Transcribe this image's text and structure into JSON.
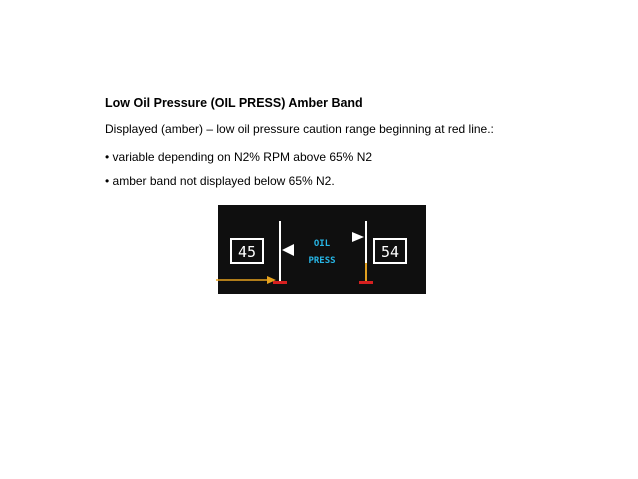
{
  "heading": "Low Oil Pressure (OIL PRESS) Amber Band",
  "description": "Displayed (amber) – low oil pressure caution range beginning at red line.:",
  "bullets": [
    "• variable depending on N2% RPM above 65% N2",
    "• amber band not displayed below 65% N2."
  ],
  "display": {
    "left_value": "45",
    "right_value": "54",
    "label_line1": "OIL",
    "label_line2": "PRESS",
    "colors": {
      "background": "#0f0f0f",
      "label": "#27b6e6",
      "redline": "#d62020",
      "amber": "#e0a020",
      "pointer": "#ffffff",
      "arrow": "#e6a21e"
    }
  }
}
